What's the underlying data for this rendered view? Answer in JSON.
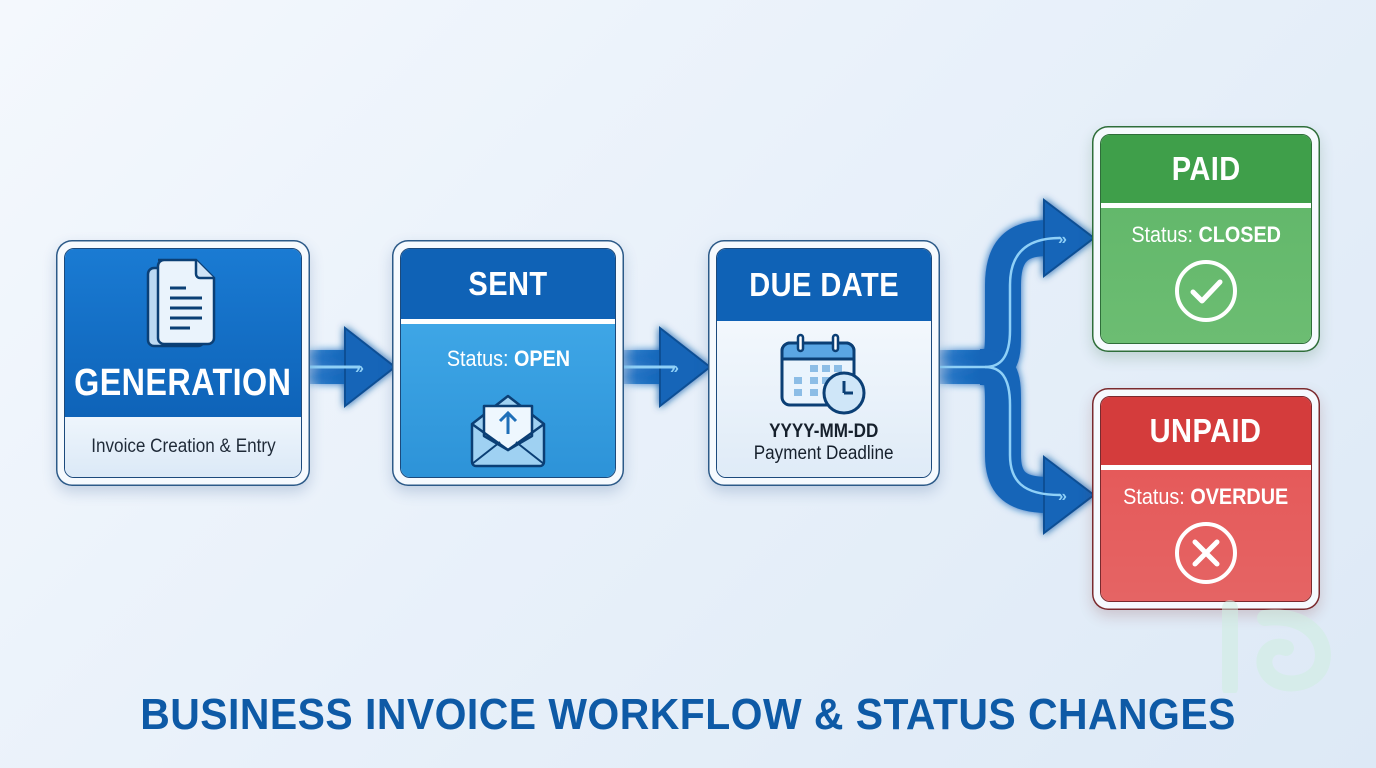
{
  "diagram": {
    "title": "BUSINESS INVOICE WORKFLOW & STATUS CHANGES",
    "colors": {
      "primary_blue": "#0f62b6",
      "light_blue": "#3ea6e6",
      "paid_green": "#3f9f4a",
      "unpaid_red": "#d43c3c",
      "title_blue": "#0e5aa6",
      "background": "#eaf2fb"
    },
    "stages": {
      "generation": {
        "title": "GENERATION",
        "subtitle": "Invoice Creation & Entry",
        "icon": "document-icon"
      },
      "sent": {
        "title": "SENT",
        "status_prefix": "Status:",
        "status_value": "OPEN",
        "icon": "envelope-upload-icon"
      },
      "due_date": {
        "title": "DUE DATE",
        "date": "YYYY-MM-DD",
        "label": "Payment Deadline",
        "icon": "calendar-clock-icon"
      },
      "paid": {
        "title": "PAID",
        "status_prefix": "Status:",
        "status_value": "CLOSED",
        "icon": "check-circle-icon"
      },
      "unpaid": {
        "title": "UNPAID",
        "status_prefix": "Status:",
        "status_value": "OVERDUE",
        "icon": "x-circle-icon"
      }
    },
    "connections": [
      {
        "from": "generation",
        "to": "sent"
      },
      {
        "from": "sent",
        "to": "due_date"
      },
      {
        "from": "due_date",
        "to": "paid"
      },
      {
        "from": "due_date",
        "to": "unpaid"
      }
    ]
  }
}
